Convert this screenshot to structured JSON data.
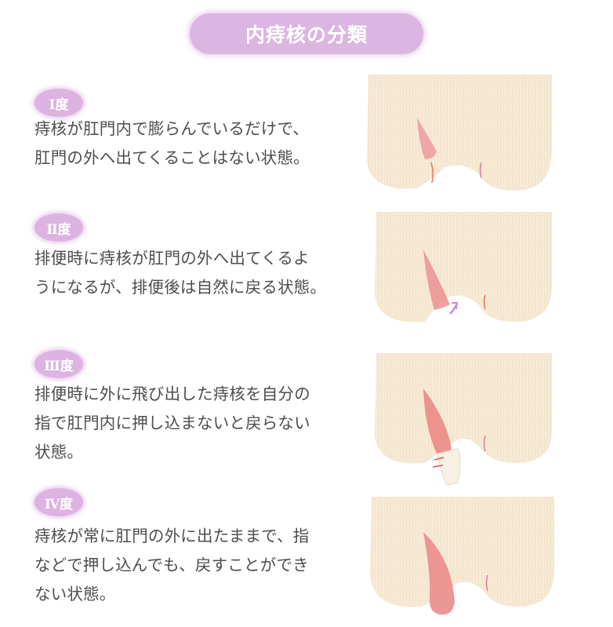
{
  "title": "内痔核の分類",
  "colors": {
    "title_pill": "#dcb6e3",
    "badge": "#ddb3e2",
    "text": "#4d4d4d",
    "skin": "#f6ead0",
    "hemorrhoid": "#e8908a",
    "arrow": "#c98cd0"
  },
  "grades": [
    {
      "label": "Ⅰ度",
      "lines": [
        "痔核が肛門内で膨らんでいるだけで、",
        "肛門の外へ出てくることはない状態。"
      ],
      "illustration": "grade-1-hemorrhoid-illustration"
    },
    {
      "label": "Ⅱ度",
      "lines": [
        "排便時に痔核が肛門の外へ出てくるよ",
        "うになるが、排便後は自然に戻る状態。"
      ],
      "illustration": "grade-2-hemorrhoid-illustration"
    },
    {
      "label": "Ⅲ度",
      "lines": [
        "排便時に外に飛び出した痔核を自分の",
        "指で肛門内に押し込まないと戻らない",
        "状態。"
      ],
      "illustration": "grade-3-hemorrhoid-illustration"
    },
    {
      "label": "Ⅳ度",
      "lines": [
        "痔核が常に肛門の外に出たままで、指",
        "などで押し込んでも、戻すことができ",
        "ない状態。"
      ],
      "illustration": "grade-4-hemorrhoid-illustration"
    }
  ]
}
